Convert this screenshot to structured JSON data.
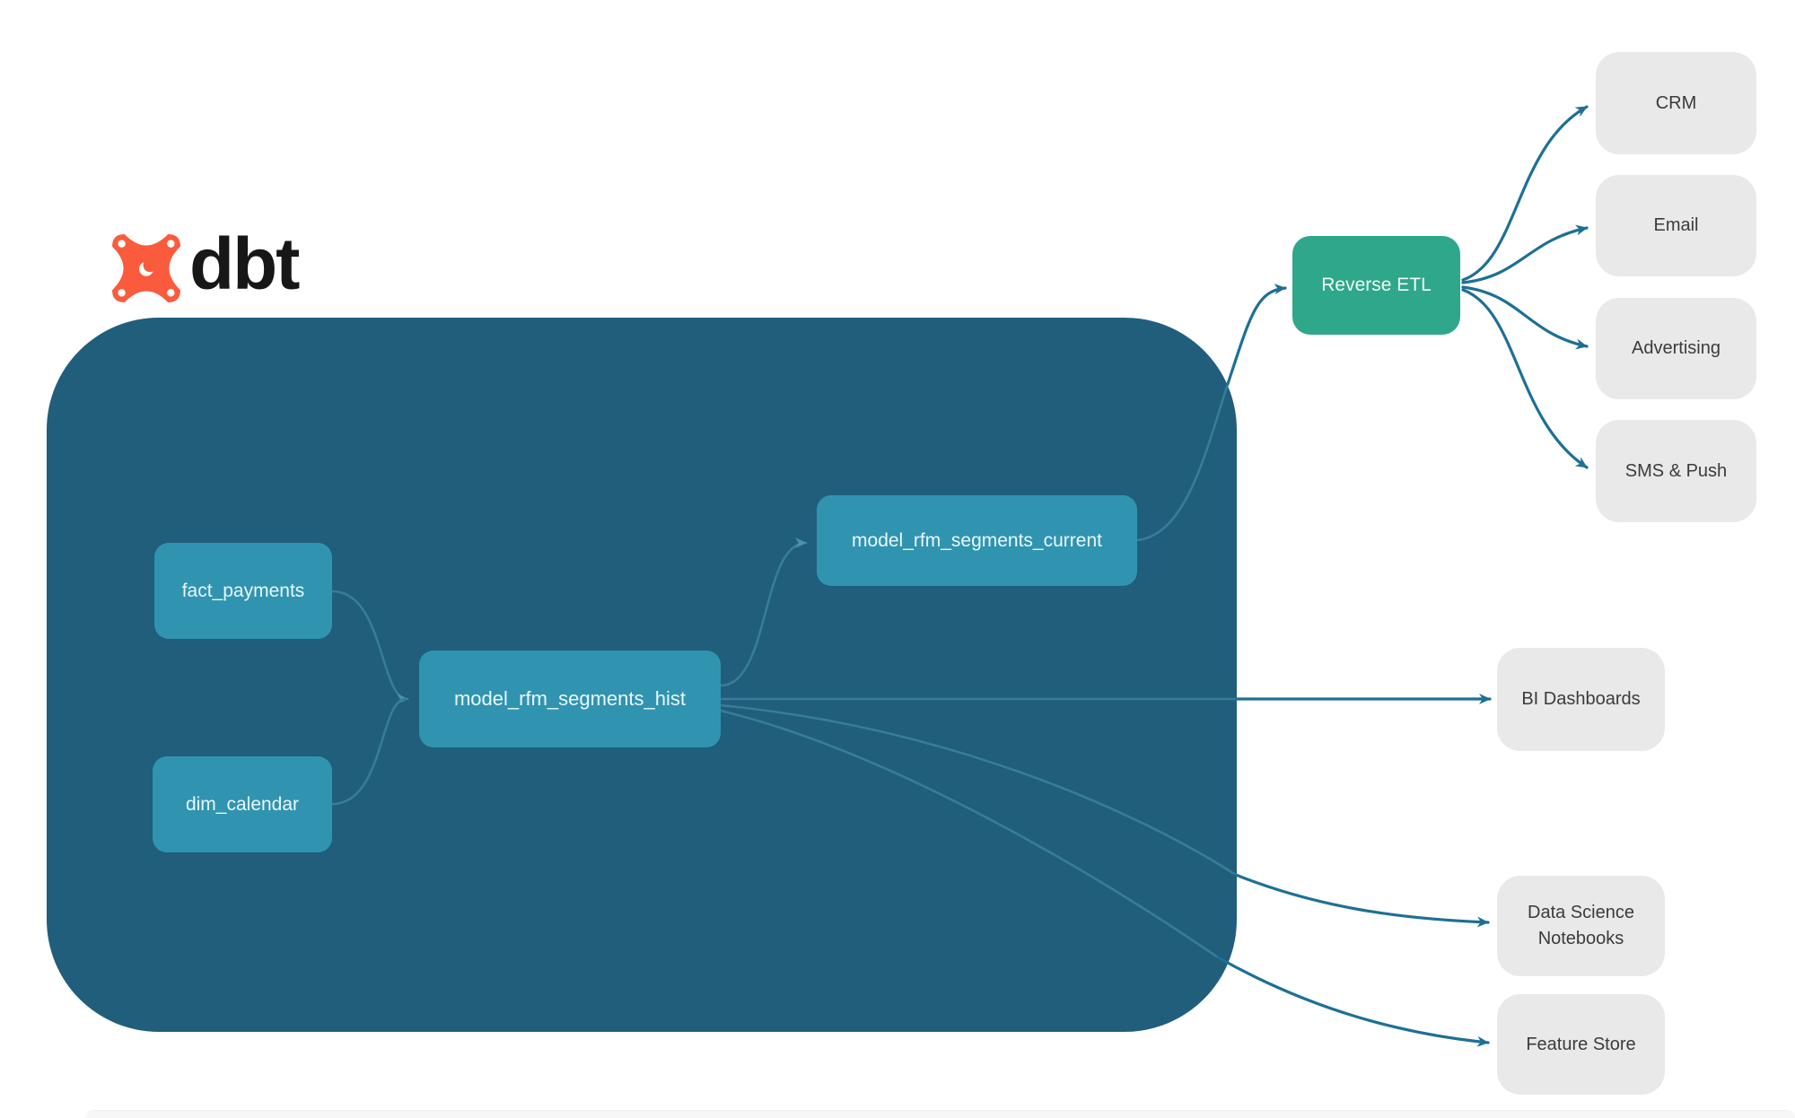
{
  "logo": {
    "text": "dbt",
    "mark": "dbt-star-icon"
  },
  "colors": {
    "background": "#ffffff",
    "warehouse_container": "#205e7c",
    "model_node": "#3094b0",
    "reverse_etl_node": "#2ea78a",
    "destination_node": "#e9e9e9",
    "destination_text": "#3b3b3b",
    "edge_outside_container": "#1d7095",
    "edge_inside_container": "#377d98",
    "dbt_brand_orange": "#fa5b3d",
    "logo_text": "#171717"
  },
  "nodes": {
    "fact_payments": {
      "label": "fact_payments"
    },
    "dim_calendar": {
      "label": "dim_calendar"
    },
    "model_rfm_segments_hist": {
      "label": "model_rfm_segments_hist"
    },
    "model_rfm_segments_current": {
      "label": "model_rfm_segments_current"
    },
    "reverse_etl": {
      "label": "Reverse ETL"
    },
    "crm": {
      "label": "CRM"
    },
    "email": {
      "label": "Email"
    },
    "advertising": {
      "label": "Advertising"
    },
    "sms_push": {
      "label": "SMS & Push"
    },
    "bi_dashboards": {
      "label": "BI Dashboards"
    },
    "data_science_notebooks": {
      "label": "Data Science Notebooks"
    },
    "feature_store": {
      "label": "Feature Store"
    }
  },
  "edges": [
    {
      "from": "fact_payments",
      "to": "model_rfm_segments_hist"
    },
    {
      "from": "dim_calendar",
      "to": "model_rfm_segments_hist"
    },
    {
      "from": "model_rfm_segments_hist",
      "to": "model_rfm_segments_current"
    },
    {
      "from": "model_rfm_segments_hist",
      "to": "bi_dashboards"
    },
    {
      "from": "model_rfm_segments_hist",
      "to": "data_science_notebooks"
    },
    {
      "from": "model_rfm_segments_hist",
      "to": "feature_store"
    },
    {
      "from": "model_rfm_segments_current",
      "to": "reverse_etl"
    },
    {
      "from": "reverse_etl",
      "to": "crm"
    },
    {
      "from": "reverse_etl",
      "to": "email"
    },
    {
      "from": "reverse_etl",
      "to": "advertising"
    },
    {
      "from": "reverse_etl",
      "to": "sms_push"
    }
  ]
}
